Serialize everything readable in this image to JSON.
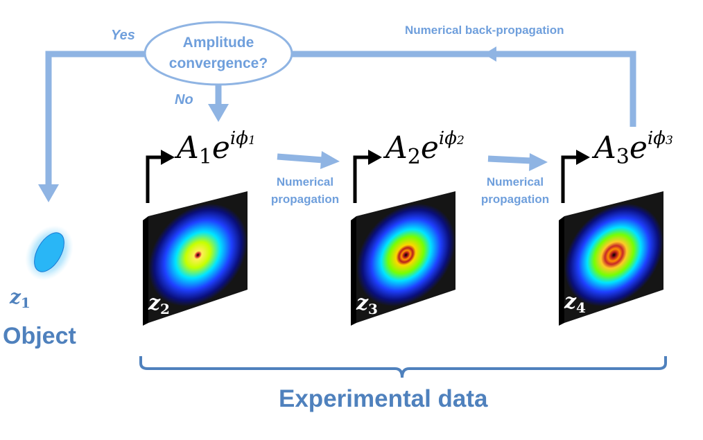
{
  "decision": {
    "text_line1": "Amplitude",
    "text_line2": "convergence?",
    "yes": "Yes",
    "no": "No"
  },
  "back_propagation": "Numerical back-propagation",
  "propagation": [
    {
      "line1": "Numerical",
      "line2": "propagation"
    },
    {
      "line1": "Numerical",
      "line2": "propagation"
    }
  ],
  "fields": [
    {
      "amp": "A",
      "index": "1",
      "exp": "e",
      "phase": "iϕ"
    },
    {
      "amp": "A",
      "index": "2",
      "exp": "e",
      "phase": "iϕ"
    },
    {
      "amp": "A",
      "index": "3",
      "exp": "e",
      "phase": "iϕ"
    }
  ],
  "planes": [
    {
      "z": "z",
      "index": "2"
    },
    {
      "z": "z",
      "index": "3"
    },
    {
      "z": "z",
      "index": "4"
    }
  ],
  "object": {
    "z": "z",
    "index": "1",
    "label": "Object"
  },
  "experimental_data": "Experimental data",
  "colors": {
    "flow": "#8fb4e3",
    "text": "#6f9fdc",
    "brace": "#4f81bd",
    "ellipse_fill": "#29b6f6",
    "plane": "#141414"
  }
}
